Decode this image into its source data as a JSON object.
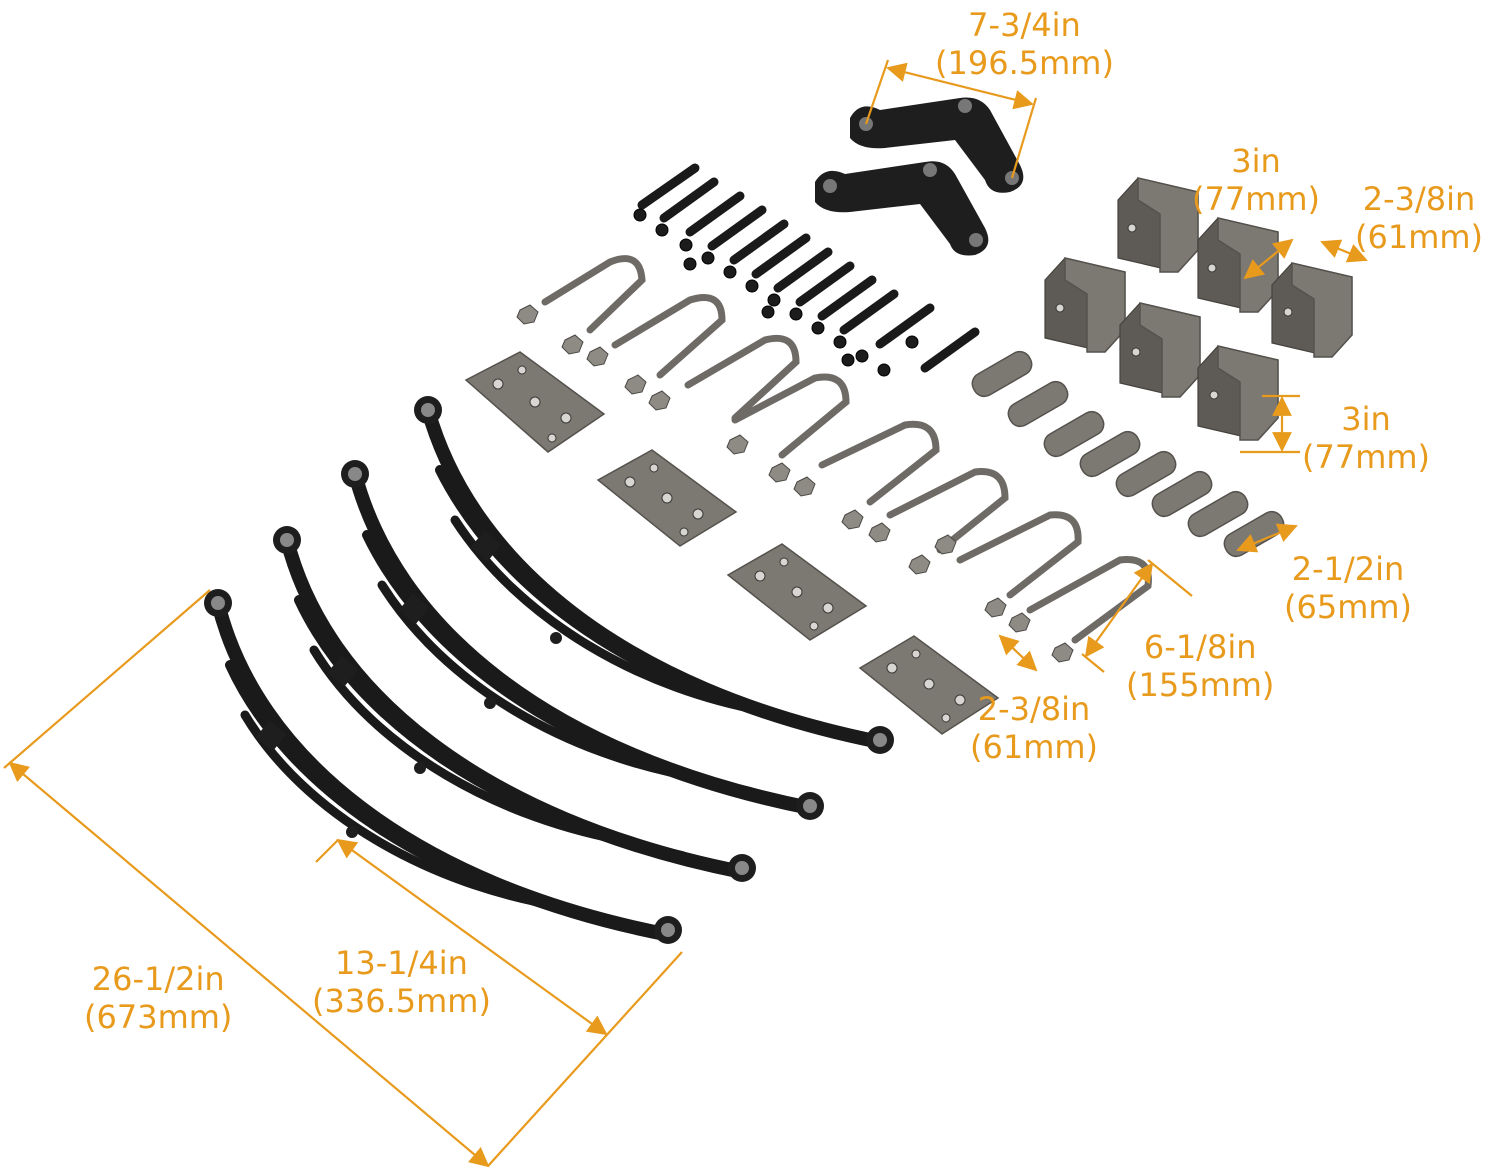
{
  "colors": {
    "dimension": "#e89a1c",
    "spring_steel": "#1e1e1e",
    "zinc_plate": "#7c7872",
    "background": "#ffffff"
  },
  "counts": {
    "leaf_springs": 4,
    "equalizers": 2,
    "hangers": 6,
    "tie_plates": 4,
    "u_bolts": 8,
    "shackle_straps": 8,
    "shackle_bolts": 12
  },
  "dimensions": {
    "equalizer": {
      "in": "7-3/4in",
      "mm": "(196.5mm)"
    },
    "hanger_width": {
      "in": "3in",
      "mm": "(77mm)"
    },
    "hanger_depth": {
      "in": "2-3/8in",
      "mm": "(61mm)"
    },
    "hanger_height": {
      "in": "3in",
      "mm": "(77mm)"
    },
    "shackle_strap": {
      "in": "2-1/2in",
      "mm": "(65mm)"
    },
    "ubolt_length": {
      "in": "6-1/8in",
      "mm": "(155mm)"
    },
    "ubolt_width": {
      "in": "2-3/8in",
      "mm": "(61mm)"
    },
    "spring_half": {
      "in": "13-1/4in",
      "mm": "(336.5mm)"
    },
    "spring_length": {
      "in": "26-1/2in",
      "mm": "(673mm)"
    }
  }
}
